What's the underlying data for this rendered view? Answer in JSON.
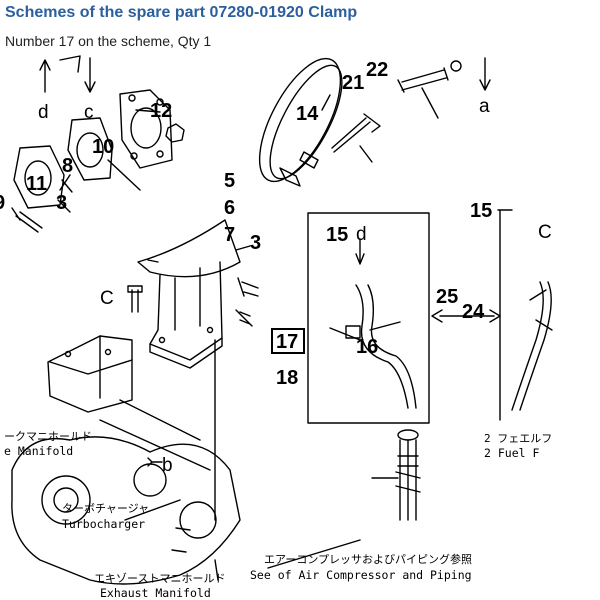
{
  "header": {
    "title": "Schemes of the spare part 07280-01920 Clamp",
    "subtitle": "Number 17 on the scheme, Qty 1"
  },
  "scheme": {
    "selected_callout": "17",
    "callouts": {
      "n21": "21",
      "n22": "22",
      "n12": "12",
      "n14": "14",
      "n10": "10",
      "n8": "8",
      "n11": "11",
      "n3a": "3",
      "n9": "9",
      "n5": "5",
      "n6": "6",
      "n7": "7",
      "n3b": "3",
      "n15a": "15",
      "n15b": "15",
      "n25": "25",
      "n24": "24",
      "n17": "17",
      "n16": "16",
      "n18": "18"
    },
    "letters": {
      "d_top": "d",
      "c_top": "c",
      "a_top": "a",
      "c_mid": "C",
      "d_detail": "d",
      "b_label": "b",
      "c_right": "C"
    },
    "labels": {
      "manifold_jp": "ークマニホールド",
      "manifold_en": "e Manifold",
      "turbo_jp": "ターボチャージャ",
      "turbo_en": "Turbocharger",
      "exhaust_jp": "エキゾーストマニホールド",
      "exhaust_en": "Exhaust Manifold",
      "compressor_jp": "エアーコンプレッサおよびパイピング参照",
      "compressor_en": "See of Air Compressor and Piping",
      "fuel_jp": "2 フェエルフ",
      "fuel_en": "2 Fuel F"
    }
  }
}
